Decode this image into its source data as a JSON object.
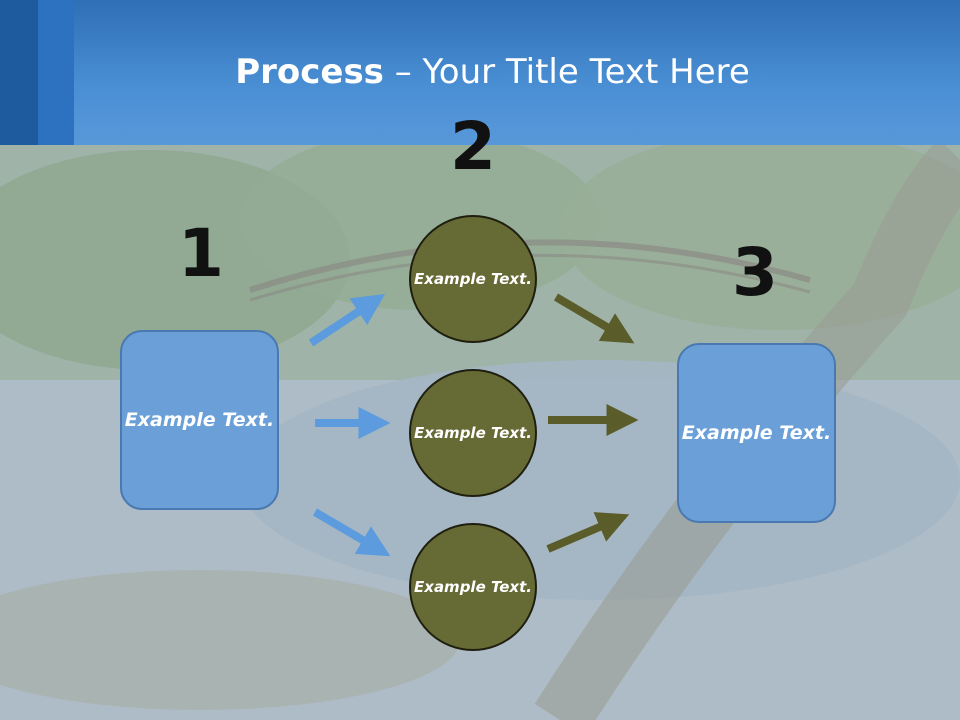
{
  "title": {
    "bold": "Process",
    "rest": " – Your Title Text Here"
  },
  "steps": {
    "one": "1",
    "two": "2",
    "three": "3"
  },
  "left_box": {
    "text": "Example Text."
  },
  "right_box": {
    "text": "Example Text."
  },
  "circles": [
    {
      "text": "Example Text."
    },
    {
      "text": "Example Text."
    },
    {
      "text": "Example Text."
    }
  ],
  "colors": {
    "header": "#4a8fd4",
    "box": "#6a9fd8",
    "circle": "#666a35",
    "arrow_blue": "#5b9bde",
    "arrow_olive": "#5a5c2a"
  }
}
